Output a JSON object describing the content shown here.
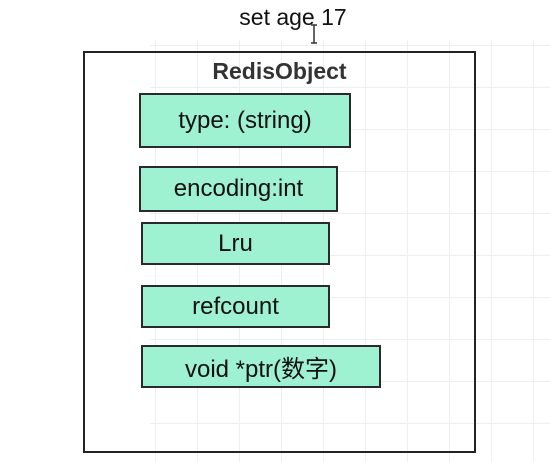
{
  "command": "set age 17",
  "redis_object": {
    "title": "RedisObject",
    "fields": [
      "type:  (string)",
      "encoding:int",
      "Lru",
      "refcount",
      "void *ptr(数字)"
    ]
  },
  "colors": {
    "field_fill": "#9ef2d1",
    "border": "#222222"
  }
}
